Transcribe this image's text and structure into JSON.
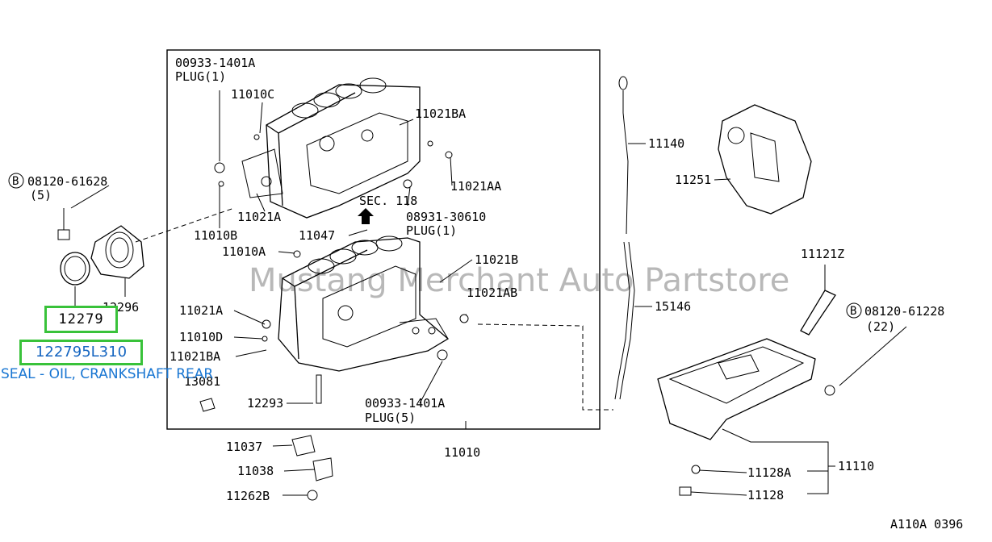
{
  "watermark": "Mustang Merchant Auto Partstore",
  "highlight": {
    "old_part_number": "12279",
    "new_part_number": "122795L310",
    "description": "SEAL - OIL, CRANKSHAFT REAR",
    "color": "#39c23a",
    "text_color": "#1976d2"
  },
  "callouts": {
    "plug_top_num": "00933-1401A",
    "plug_top_name": "PLUG(1)",
    "c11010C": "11010C",
    "c11021BA_top": "11021BA",
    "c11021AA": "11021AA",
    "sec_118": "SEC. 118",
    "c08931": "08931-30610",
    "plug_1": "PLUG(1)",
    "c11021A_top": "11021A",
    "c11010B": "11010B",
    "c11047": "11047",
    "c11010A": "11010A",
    "c11021B": "11021B",
    "c11021AB": "11021AB",
    "c11021A_low": "11021A",
    "c11010D": "11010D",
    "c11021BA_low": "11021BA",
    "c13081": "13081",
    "c12293": "12293",
    "plug_bot_num": "00933-1401A",
    "plug_bot_name": "PLUG(5)",
    "c11010": "11010",
    "bolt_left_num": "08120-61628",
    "bolt_left_qty": "(5)",
    "c12296": "12296",
    "c11140": "11140",
    "c11251": "11251",
    "c15146": "15146",
    "c11121Z": "11121Z",
    "bolt_right_num": "08120-61228",
    "bolt_right_qty": "(22)",
    "c11110": "11110",
    "c11128A": "11128A",
    "c11128": "11128",
    "c11037": "11037",
    "c11038": "11038",
    "c11262B": "11262B",
    "bolt_badge": "B",
    "ref_code": "A110A 0396"
  }
}
